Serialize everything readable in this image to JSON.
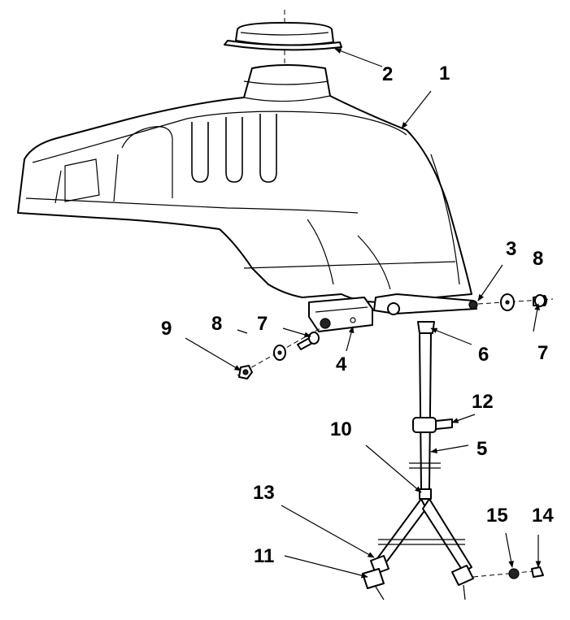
{
  "callouts": [
    "1",
    "2",
    "3",
    "4",
    "5",
    "6",
    "7",
    "7",
    "8",
    "8",
    "9",
    "10",
    "11",
    "12",
    "13",
    "14",
    "15"
  ]
}
